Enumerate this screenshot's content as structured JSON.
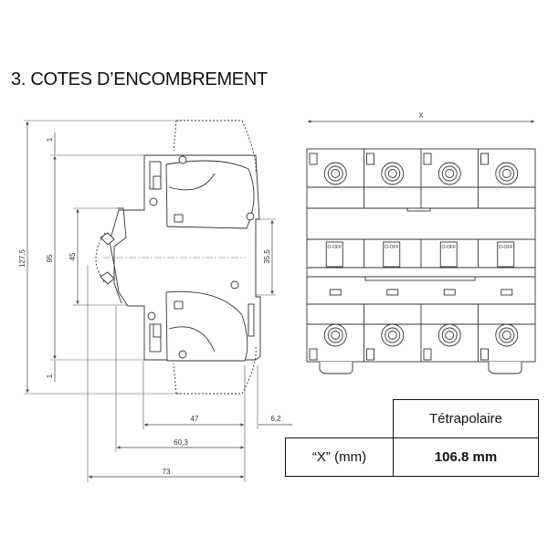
{
  "title": "3. COTES D’ENCOMBREMENT",
  "side_view": {
    "dimensions": {
      "total_height": "127,5",
      "body_height": "95",
      "top_offset": "1",
      "bottom_offset": "1",
      "rail_height": "45",
      "front_height": "35,5",
      "depth_body": "47",
      "front_protrusion": "6,2",
      "depth_rail": "60,3",
      "depth_total": "73"
    }
  },
  "front_view": {
    "width_label": "X",
    "poles": 4,
    "handle_label": "O-OFF"
  },
  "table": {
    "header": "Tétrapolaire",
    "row_label": "“X” (mm)",
    "row_value": "106.8 mm"
  }
}
